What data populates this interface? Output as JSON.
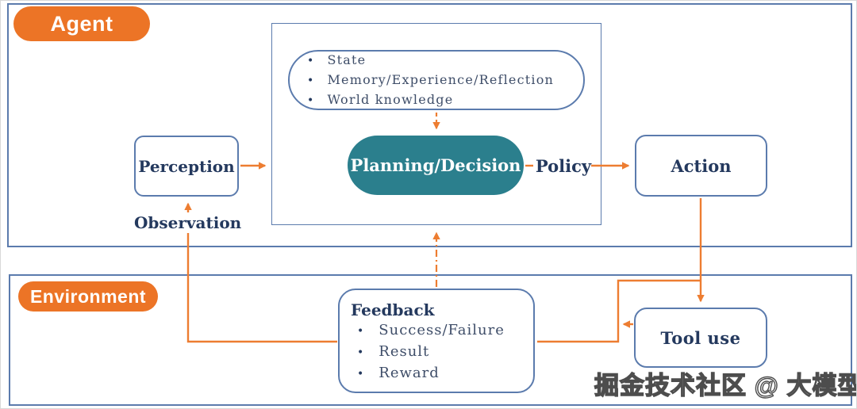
{
  "agent": {
    "label": "Agent"
  },
  "environment": {
    "label": "Environment"
  },
  "knowledge_capsule": {
    "items": [
      "State",
      "Memory/Experience/Reflection",
      "World knowledge"
    ]
  },
  "planning": {
    "label": "Planning/Decision"
  },
  "policy": {
    "label": "Policy"
  },
  "perception": {
    "label": "Perception"
  },
  "observation": {
    "label": "Observation"
  },
  "action": {
    "label": "Action"
  },
  "tool_use": {
    "label": "Tool use"
  },
  "feedback": {
    "title": "Feedback",
    "items": [
      "Success/Failure",
      "Result",
      "Reward"
    ]
  },
  "watermark": {
    "text": "掘金技术社区 @ 大模型教程"
  },
  "colors": {
    "orange": "#ED7D31",
    "orange_pill": "#EC7426",
    "teal": "#2B7F8D",
    "navy": "#24395E",
    "border_blue": "#5B7BAD"
  }
}
